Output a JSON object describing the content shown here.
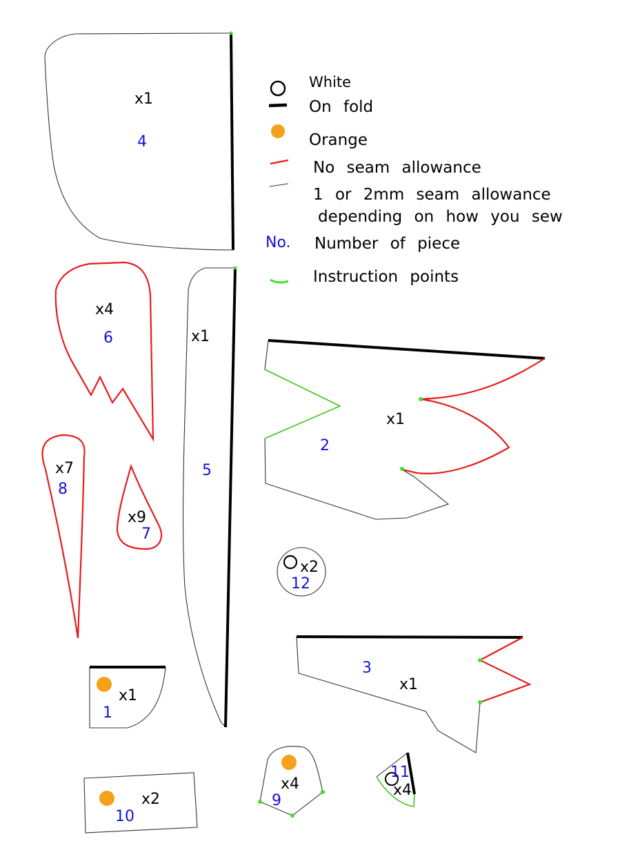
{
  "legend": {
    "white": "White",
    "on_fold": "On   fold",
    "orange": "Orange",
    "no_seam": "No   seam   allowance",
    "seam_line1": "1   or   2mm   seam   allowance",
    "seam_line2": "depending   on   how   you   sew",
    "no_symbol": "No.",
    "number_of_piece": "Number   of   piece",
    "instruction_points": "Instruction   points"
  },
  "colors": {
    "thin_line": "#333333",
    "no_seam_red": "#e51b1b",
    "fold_black": "#000000",
    "instruction_green": "#3fc21f",
    "orange": "#f5a21a",
    "number_blue": "#1212d6"
  },
  "pieces": [
    {
      "number": "4",
      "count": "x1"
    },
    {
      "number": "6",
      "count": "x4"
    },
    {
      "number": "5",
      "count": "x1"
    },
    {
      "number": "2",
      "count": "x1"
    },
    {
      "number": "8",
      "count": "x7"
    },
    {
      "number": "7",
      "count": "x9"
    },
    {
      "number": "12",
      "count": "x2"
    },
    {
      "number": "3",
      "count": "x1"
    },
    {
      "number": "1",
      "count": "x1"
    },
    {
      "number": "10",
      "count": "x2"
    },
    {
      "number": "9",
      "count": "x4"
    },
    {
      "number": "11",
      "count": "x4"
    }
  ]
}
